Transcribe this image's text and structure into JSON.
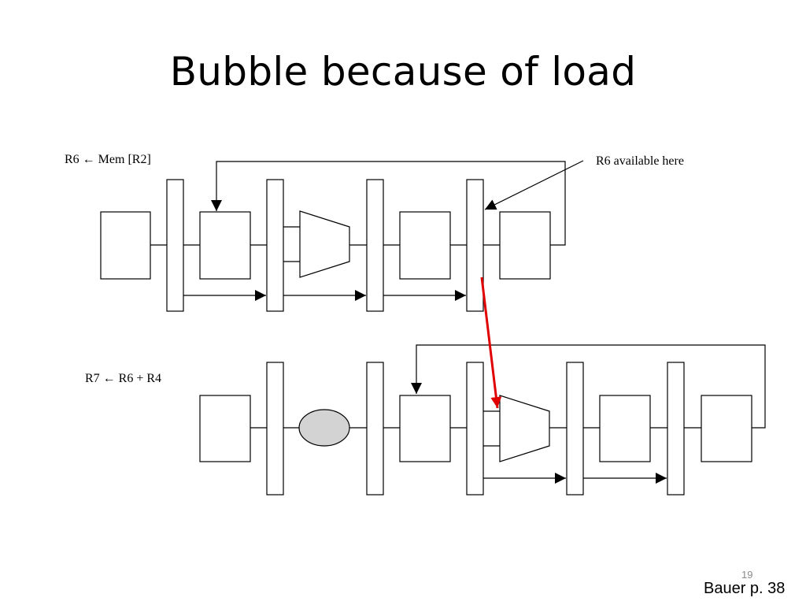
{
  "slide": {
    "title": "Bubble because of load",
    "page_number": "19",
    "citation": "Bauer p. 38"
  },
  "diagram": {
    "instruction_load": "R6 ← Mem [R2]",
    "instruction_add": "R7 ← R6 + R4",
    "annotation": "R6 available here",
    "colors": {
      "line": "#000000",
      "forwarding_arrow": "#e00000",
      "bubble_fill": "#d3d3d3"
    }
  }
}
